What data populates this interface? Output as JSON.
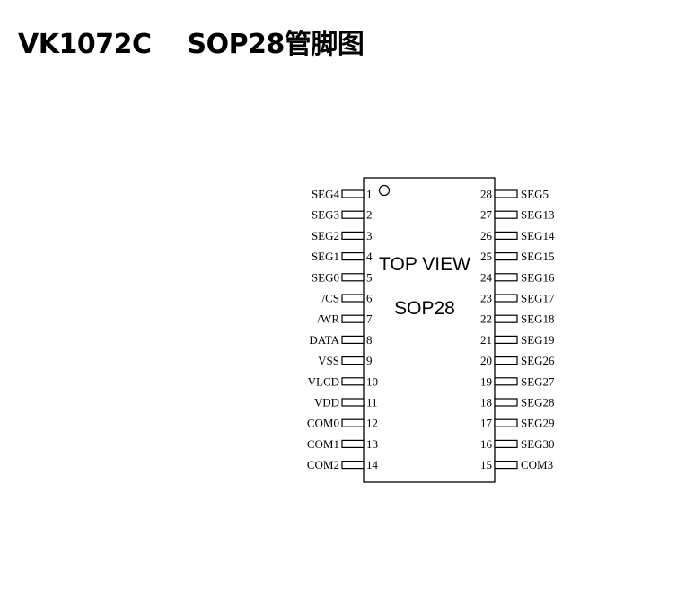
{
  "title": {
    "part": "VK1072C",
    "caption": "SOP28管脚图"
  },
  "chip": {
    "view_label": "TOP VIEW",
    "package_label": "SOP28"
  },
  "pins_left": [
    {
      "num": "1",
      "name": "SEG4"
    },
    {
      "num": "2",
      "name": "SEG3"
    },
    {
      "num": "3",
      "name": "SEG2"
    },
    {
      "num": "4",
      "name": "SEG1"
    },
    {
      "num": "5",
      "name": "SEG0"
    },
    {
      "num": "6",
      "name": "/CS"
    },
    {
      "num": "7",
      "name": "/WR"
    },
    {
      "num": "8",
      "name": "DATA"
    },
    {
      "num": "9",
      "name": "VSS"
    },
    {
      "num": "10",
      "name": "VLCD"
    },
    {
      "num": "11",
      "name": "VDD"
    },
    {
      "num": "12",
      "name": "COM0"
    },
    {
      "num": "13",
      "name": "COM1"
    },
    {
      "num": "14",
      "name": "COM2"
    }
  ],
  "pins_right": [
    {
      "num": "28",
      "name": "SEG5"
    },
    {
      "num": "27",
      "name": "SEG13"
    },
    {
      "num": "26",
      "name": "SEG14"
    },
    {
      "num": "25",
      "name": "SEG15"
    },
    {
      "num": "24",
      "name": "SEG16"
    },
    {
      "num": "23",
      "name": "SEG17"
    },
    {
      "num": "22",
      "name": "SEG18"
    },
    {
      "num": "21",
      "name": "SEG19"
    },
    {
      "num": "20",
      "name": "SEG26"
    },
    {
      "num": "19",
      "name": "SEG27"
    },
    {
      "num": "18",
      "name": "SEG28"
    },
    {
      "num": "17",
      "name": "SEG29"
    },
    {
      "num": "16",
      "name": "SEG30"
    },
    {
      "num": "15",
      "name": "COM3"
    }
  ]
}
